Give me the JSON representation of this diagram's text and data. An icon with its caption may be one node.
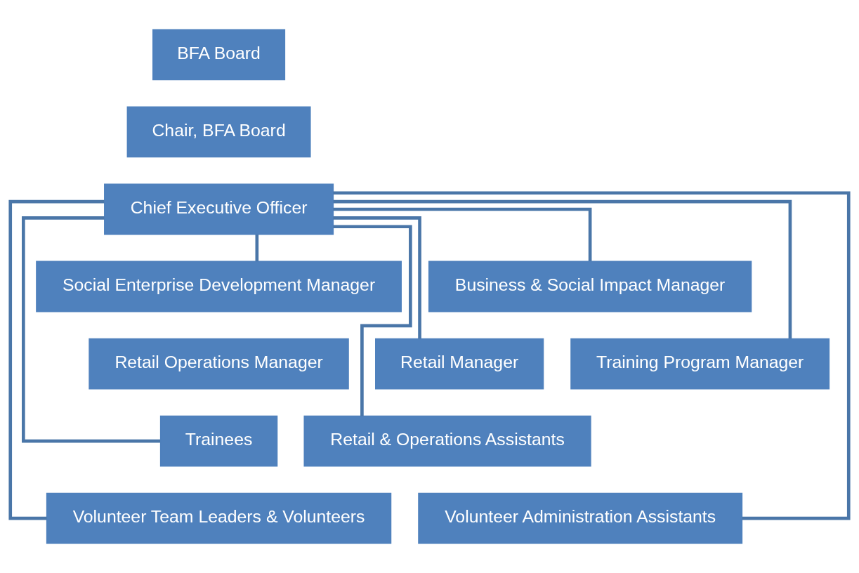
{
  "diagram": {
    "nodes": [
      {
        "text": [
          "BFA Board"
        ]
      },
      {
        "text": [
          "Chair, BFA Board"
        ]
      },
      {
        "text": [
          "Chief Executive Officer"
        ]
      },
      {
        "text": [
          "Social Enterprise Development Manager"
        ]
      },
      {
        "text": [
          "Business & Social Impact Manager"
        ]
      },
      {
        "text": [
          "Retail Operations Manager"
        ]
      },
      {
        "text": [
          "Retail Manager"
        ]
      },
      {
        "text": [
          "Training Program Manager"
        ]
      },
      {
        "text": [
          "Trainees"
        ]
      },
      {
        "text": [
          "Retail & Operations Assistants"
        ]
      },
      {
        "text": [
          "Volunteer Team Leaders & Volunteers"
        ]
      },
      {
        "text": [
          "Volunteer Administration Assistants"
        ]
      }
    ],
    "edges": [
      {
        "from": 2,
        "to": 3,
        "arrow": "none"
      },
      {
        "from": 2,
        "to": 4,
        "arrow": "none"
      },
      {
        "from": 2,
        "to": 6,
        "arrow": "none"
      },
      {
        "from": 2,
        "to": 7,
        "arrow": "none"
      },
      {
        "from": 2,
        "to": 8,
        "arrow": "none"
      },
      {
        "from": 2,
        "to": 9,
        "arrow": "none"
      },
      {
        "from": 2,
        "to": 10,
        "arrow": "none"
      },
      {
        "from": 2,
        "to": 11,
        "arrow": "none"
      }
    ]
  }
}
